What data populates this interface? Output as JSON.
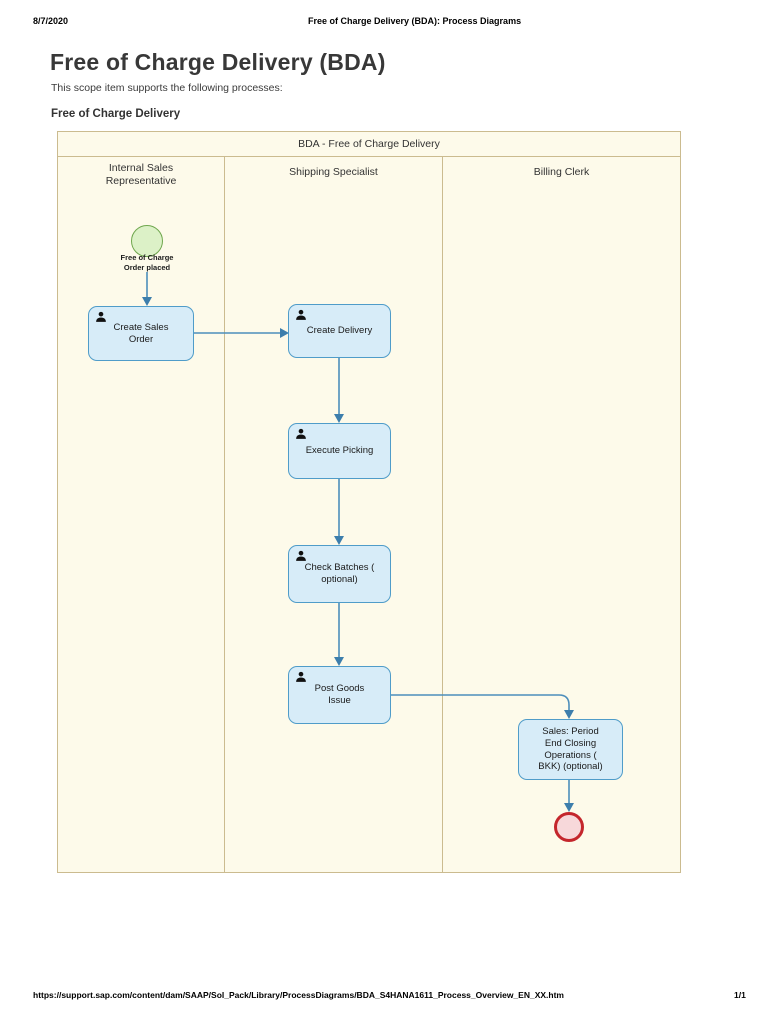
{
  "print_header": {
    "date": "8/7/2020",
    "title": "Free of Charge Delivery (BDA): Process Diagrams"
  },
  "document": {
    "heading": "Free of Charge Delivery (BDA)",
    "intro": "This scope item supports the following processes:",
    "section_title": "Free of Charge Delivery"
  },
  "diagram": {
    "pool_title": "BDA - Free of Charge Delivery",
    "lanes": [
      {
        "label": "Internal Sales\nRepresentative"
      },
      {
        "label": "Shipping Specialist"
      },
      {
        "label": "Billing Clerk"
      }
    ],
    "start_event": {
      "type": "start",
      "label": "Free of Charge\nOrder placed"
    },
    "end_event": {
      "type": "end"
    },
    "tasks": [
      {
        "label": "Create Sales\nOrder",
        "lane": "Internal Sales Representative",
        "icon": "person-icon"
      },
      {
        "label": "Create Delivery",
        "lane": "Shipping Specialist",
        "icon": "person-icon"
      },
      {
        "label": "Execute Picking",
        "lane": "Shipping Specialist",
        "icon": "person-icon"
      },
      {
        "label": "Check Batches (\noptional)",
        "lane": "Shipping Specialist",
        "icon": "person-icon"
      },
      {
        "label": "Post Goods\nIssue",
        "lane": "Shipping Specialist",
        "icon": "person-icon"
      },
      {
        "label": "Sales: Period\nEnd Closing\nOperations (\nBKK) (optional)",
        "lane": "Billing Clerk",
        "icon": null
      }
    ],
    "flow": [
      "start -> Create Sales Order",
      "Create Sales Order -> Create Delivery",
      "Create Delivery -> Execute Picking",
      "Execute Picking -> Check Batches (optional)",
      "Check Batches (optional) -> Post Goods Issue",
      "Post Goods Issue -> Sales: Period End Closing Operations (BKK) (optional)",
      "Sales: Period End Closing Operations (BKK) (optional) -> end"
    ],
    "colors": {
      "diagram_background": "#FDFAEA",
      "diagram_border": "#CBBB8F",
      "task_fill": "#D7ECF8",
      "task_border": "#4F9CC9",
      "connector": "#4D8EBB",
      "start_fill": "#DCF1C7",
      "start_border": "#6FA74E",
      "end_fill": "#F7D8DA",
      "end_border": "#C4262C"
    }
  },
  "print_footer": {
    "url": "https://support.sap.com/content/dam/SAAP/Sol_Pack/Library/ProcessDiagrams/BDA_S4HANA1611_Process_Overview_EN_XX.htm",
    "page_indicator": "1/1"
  }
}
